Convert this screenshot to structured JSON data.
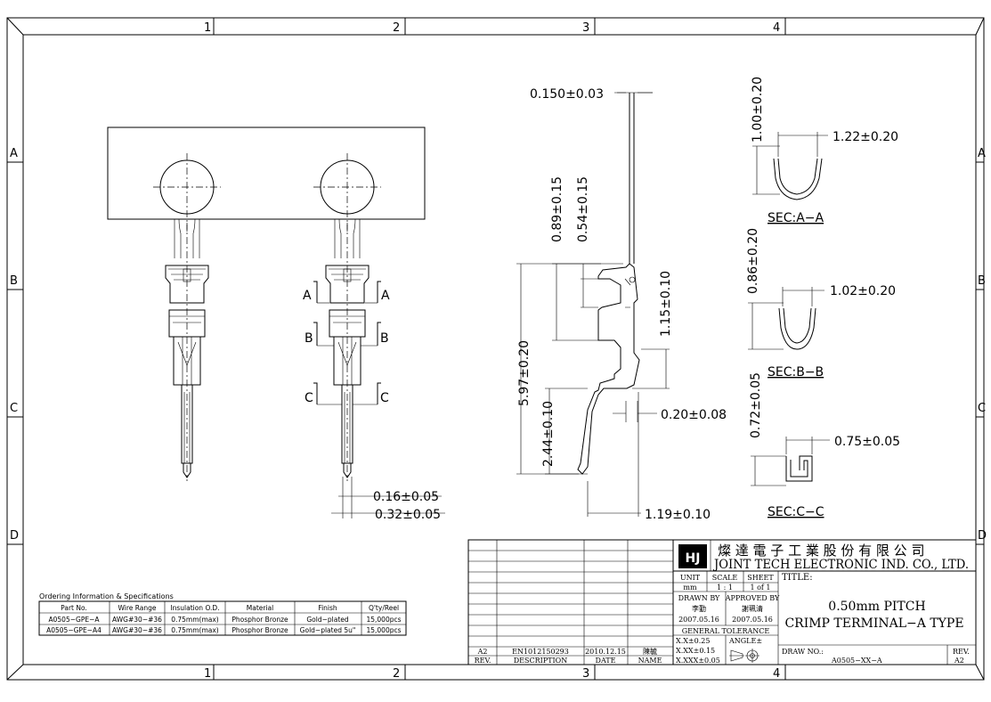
{
  "grid": {
    "columns": [
      "1",
      "2",
      "3",
      "4"
    ],
    "rows": [
      "A",
      "B",
      "C",
      "D"
    ]
  },
  "section_letters": {
    "a": "A",
    "b": "B",
    "c": "C"
  },
  "dimensions": {
    "thickness": "0.150±0.03",
    "d089": "0.89±0.15",
    "d054": "0.54±0.15",
    "d115": "1.15±0.10",
    "d597": "5.97±0.20",
    "d244": "2.44±0.10",
    "d020": "0.20±0.08",
    "d119": "1.19±0.10",
    "d016": "0.16±0.05",
    "d032": "0.32±0.05"
  },
  "sections": [
    {
      "label": "SEC:A−A",
      "height": "1.00±0.20",
      "width": "1.22±0.20"
    },
    {
      "label": "SEC:B−B",
      "height": "0.86±0.20",
      "width": "1.02±0.20"
    },
    {
      "label": "SEC:C−C",
      "height": "0.72±0.05",
      "width": "0.75±0.05"
    }
  ],
  "spec_table": {
    "caption": "Ordering Information & Specifications",
    "headers": [
      "Part No.",
      "Wire Range",
      "Insulation O.D.",
      "Material",
      "Finish",
      "Q'ty/Reel"
    ],
    "rows": [
      [
        "A0505−GPE−A",
        "AWG#30−#36",
        "0.75mm(max)",
        "Phosphor Bronze",
        "Gold−plated",
        "15,000pcs"
      ],
      [
        "A0505−GPE−A4",
        "AWG#30−#36",
        "0.75mm(max)",
        "Phosphor Bronze",
        "Gold−plated 5u\"",
        "15,000pcs"
      ]
    ]
  },
  "revision": {
    "rev": "A2",
    "description": "EN1012150293",
    "date": "2010.12.15",
    "name": "陳毓",
    "headers": {
      "rev": "REV.",
      "description": "DESCRIPTION",
      "date": "DATE",
      "name": "NAME"
    }
  },
  "title_block": {
    "company_cn": "燦 達 電 子 工 業 股 份 有 限 公 司",
    "company_en": "JOINT TECH ELECTRONIC IND. CO., LTD.",
    "unit_label": "UNIT",
    "unit_value": "mm",
    "scale_label": "SCALE",
    "scale_value": "1 : 1",
    "sheet_label": "SHEET",
    "sheet_value": "1 of 1",
    "title_label": "TITLE:",
    "title_line1": "0.50mm PITCH",
    "title_line2": "CRIMP TERMINAL−A TYPE",
    "drawn_by_label": "DRAWN BY",
    "drawn_by": "李勤",
    "drawn_date": "2007.05.16",
    "approved_by_label": "APPROVED BY",
    "approved_by": "謝珮清",
    "approved_date": "2007.05.16",
    "general_tolerance_label": "GENERAL TOLERANCE",
    "tol1": "X.X±0.25",
    "tol2": "X.XX±0.15",
    "tol3": "X.XXX±0.05",
    "angle_label": "ANGLE±",
    "draw_no_label": "DRAW NO.:",
    "draw_no": "A0505−XX−A",
    "rev_label": "REV.",
    "rev_value": "A2"
  }
}
